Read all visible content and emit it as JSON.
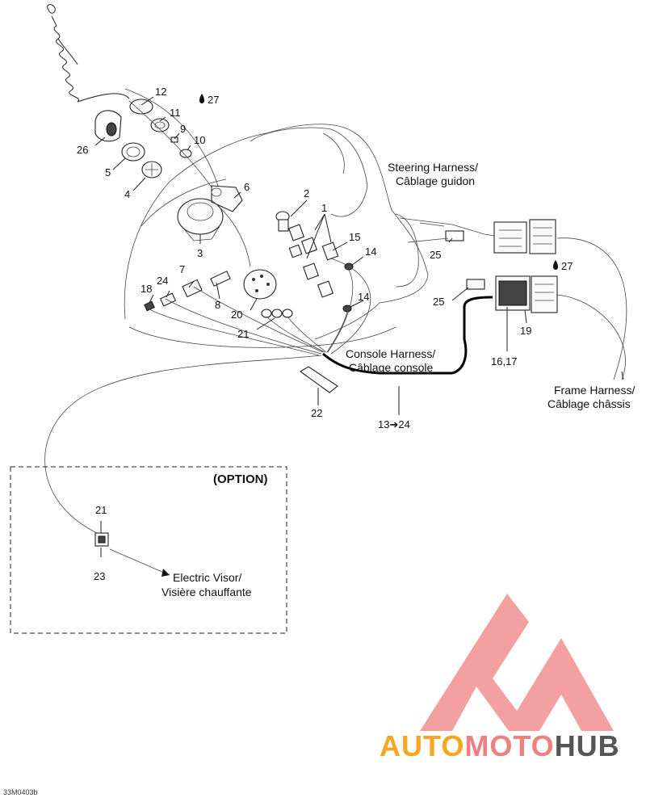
{
  "callouts": {
    "c1": "1",
    "c2": "2",
    "c3": "3",
    "c4": "4",
    "c5": "5",
    "c6": "6",
    "c7": "7",
    "c8": "8",
    "c9": "9",
    "c10": "10",
    "c11": "11",
    "c12": "12",
    "c14a": "14",
    "c14b": "14",
    "c15": "15",
    "c16_17": "16,17",
    "c18": "18",
    "c19": "19",
    "c20": "20",
    "c21a": "21",
    "c21b": "21",
    "c22": "22",
    "c23": "23",
    "c24": "24",
    "c25a": "25",
    "c25b": "25",
    "c26": "26",
    "c27a": "27",
    "c27b": "27",
    "c13_24": "13➔24"
  },
  "harness_labels": {
    "steering_line1": "Steering Harness/",
    "steering_line2": "Câblage guidon",
    "console_line1": "Console Harness/",
    "console_line2": "Câblage console",
    "frame_line1": "Frame Harness/",
    "frame_line2": "Câblage châssis",
    "visor_line1": "Electric Visor/",
    "visor_line2": "Visière chauffante"
  },
  "option_label": "(OPTION)",
  "drawing_code": "33M0403b",
  "watermark": {
    "text_auto": "AUTO",
    "text_moto": "MOTO",
    "text_hub": "HUB",
    "color_auto": "#f5a623",
    "color_moto": "#f08080",
    "color_hub": "#555555",
    "logo_color": "#f08080"
  }
}
